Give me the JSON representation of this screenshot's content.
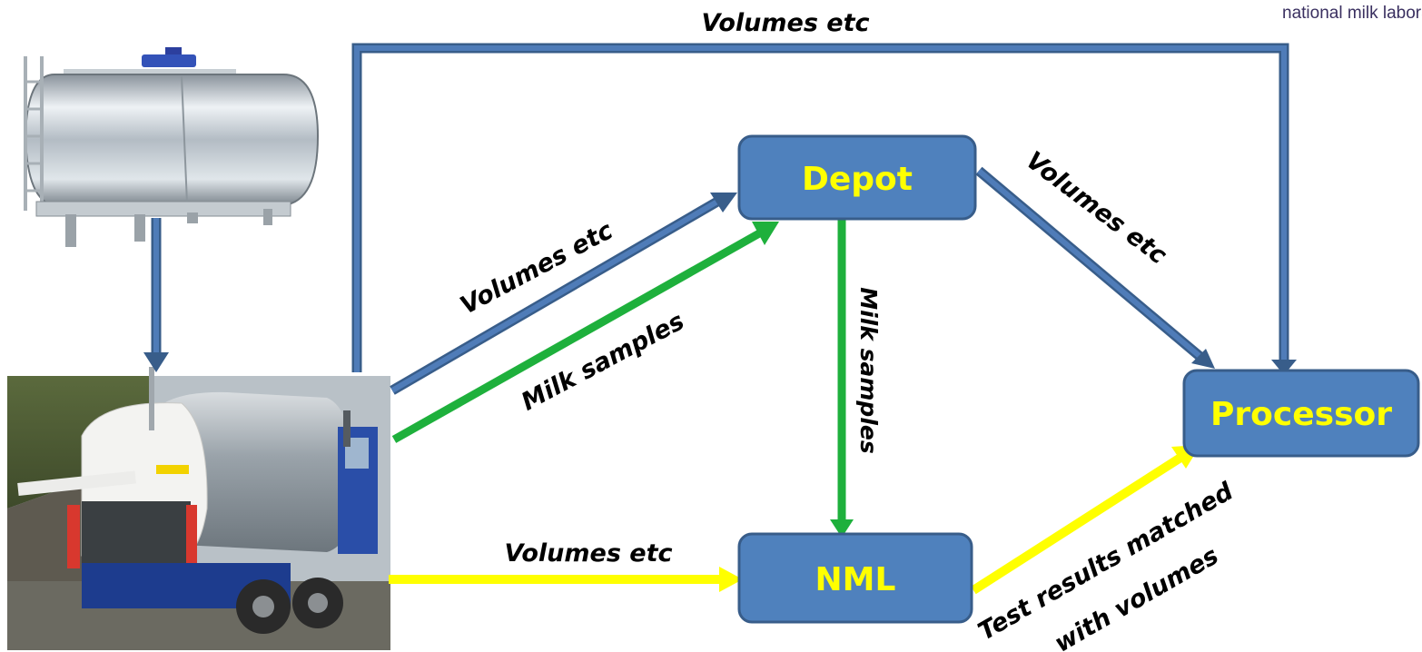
{
  "header": {
    "brand_text": "national milk labora"
  },
  "nodes": {
    "depot": "Depot",
    "processor": "Processor",
    "nml": "NML"
  },
  "labels": {
    "top_volumes": "Volumes etc",
    "tanker_depot_volumes": "Volumes etc",
    "tanker_depot_samples": "Milk samples",
    "depot_processor_volumes": "Volumes etc",
    "depot_nml_samples": "Milk samples",
    "tanker_nml_volumes": "Volumes etc",
    "nml_processor_line1": "Test results matched",
    "nml_processor_line2": "with volumes"
  },
  "images": {
    "farm_tank": "farm-milk-tank-photo",
    "tanker": "milk-tanker-truck-photo"
  },
  "colors": {
    "box_fill": "#4F81BD",
    "box_stroke": "#385D8A",
    "volume_arrow": "#4A6FA5",
    "sample_arrow": "#1EB03C",
    "result_arrow": "#FFFF00",
    "node_text": "#FFFF00"
  }
}
